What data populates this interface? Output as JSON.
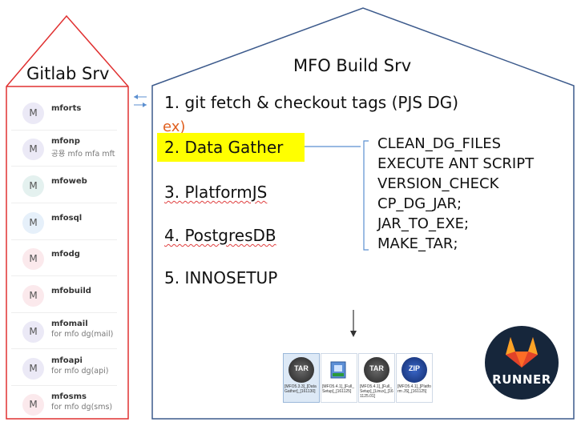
{
  "gitlab": {
    "title": "Gitlab Srv",
    "repos": [
      {
        "initial": "M",
        "name": "mforts",
        "desc": ""
      },
      {
        "initial": "M",
        "name": "mfonp",
        "desc": "공용 mfo mfa mft"
      },
      {
        "initial": "M",
        "name": "mfoweb",
        "desc": ""
      },
      {
        "initial": "M",
        "name": "mfosql",
        "desc": ""
      },
      {
        "initial": "M",
        "name": "mfodg",
        "desc": ""
      },
      {
        "initial": "M",
        "name": "mfobuild",
        "desc": ""
      },
      {
        "initial": "M",
        "name": "mfomail",
        "desc": "for mfo dg(mail)"
      },
      {
        "initial": "M",
        "name": "mfoapi",
        "desc": "for mfo dg(api)"
      },
      {
        "initial": "M",
        "name": "mfosms",
        "desc": "for mfo dg(sms)"
      }
    ]
  },
  "build": {
    "title": "MFO Build Srv",
    "steps": {
      "s1": "1. git fetch & checkout tags (PJS DG)",
      "ex": "ex)",
      "s2": "2. Data Gather",
      "s3": "3. PlatformJS",
      "s4": "4. PostgresDB",
      "s5": "5. INNOSETUP"
    },
    "substeps": [
      "CLEAN_DG_FILES",
      "EXECUTE ANT SCRIPT",
      "VERSION_CHECK",
      "CP_DG_JAR;",
      "JAR_TO_EXE;",
      "MAKE_TAR;"
    ],
    "files": [
      {
        "badge": "TAR",
        "caption": "[MFO5.3.3]_[Data Gather]_[161130]"
      },
      {
        "badge": "",
        "caption": "[MFO5.4.1]_[Full_Setup]_[161125]"
      },
      {
        "badge": "TAR",
        "caption": "[MFO5.4.1]_[Full_Setup]_[Linux]_[161125.01]"
      },
      {
        "badge": "ZIP",
        "caption": "[MFO5.4.1]_[Platform JS]_[161125]"
      }
    ]
  },
  "runner": {
    "label": "RUNNER"
  },
  "colors": {
    "gitlab_border": "#e03030",
    "build_border": "#3c5a8c",
    "highlight": "#ffff00",
    "arrow": "#5b8fd0"
  }
}
